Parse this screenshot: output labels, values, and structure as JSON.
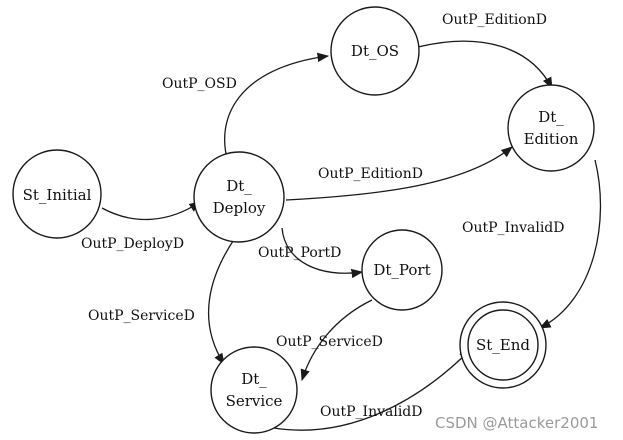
{
  "states": {
    "st_initial": {
      "lines": [
        "St_Initial"
      ]
    },
    "dt_deploy": {
      "lines": [
        "Dt_",
        "Deploy"
      ]
    },
    "dt_os": {
      "lines": [
        "Dt_OS"
      ]
    },
    "dt_edition": {
      "lines": [
        "Dt_",
        "Edition"
      ]
    },
    "dt_port": {
      "lines": [
        "Dt_Port"
      ]
    },
    "dt_service": {
      "lines": [
        "Dt_",
        "Service"
      ]
    },
    "st_end": {
      "lines": [
        "St_End"
      ]
    }
  },
  "transitions": {
    "deploy": "OutP_DeployD",
    "osd": "OutP_OSD",
    "edition_from_os": "OutP_EditionD",
    "edition_from_deploy": "OutP_EditionD",
    "port": "OutP_PortD",
    "service_from_deploy": "OutP_ServiceD",
    "service_from_port": "OutP_ServiceD",
    "invalid_from_edition": "OutP_InvalidD",
    "invalid_from_service": "OutP_InvalidD"
  },
  "watermark": "CSDN @Attacker2001"
}
